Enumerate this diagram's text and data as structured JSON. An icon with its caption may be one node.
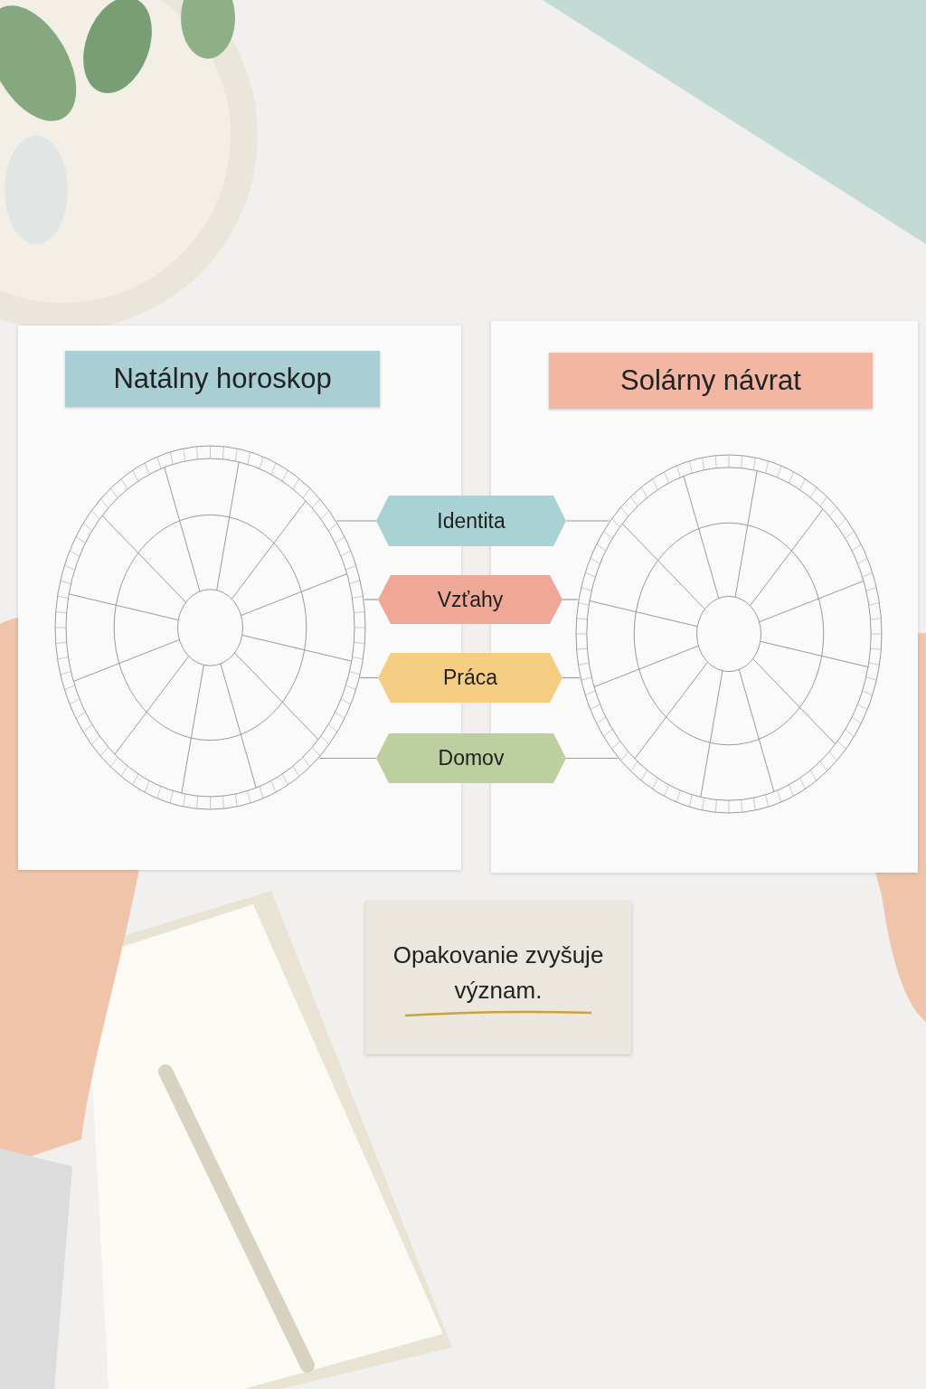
{
  "diagram": {
    "nodes": [
      {
        "text": [
          "Natálny horoskop"
        ]
      },
      {
        "text": [],
        "shape": "circle",
        "in": 0
      },
      {
        "text": [
          "Solárny návrat"
        ]
      },
      {
        "text": [],
        "shape": "circle",
        "in": 2
      },
      {
        "text": [
          "Identita"
        ]
      },
      {
        "text": [
          "Vzťahy"
        ]
      },
      {
        "text": [
          "Práca"
        ]
      },
      {
        "text": [
          "Domov"
        ]
      },
      {
        "text": [
          "Opakovanie zvyšuje význam."
        ]
      }
    ],
    "edges": [
      {
        "from": 4,
        "to": 1,
        "arrow": "none"
      },
      {
        "from": 4,
        "to": 3,
        "arrow": "none"
      },
      {
        "from": 5,
        "to": 1,
        "arrow": "none"
      },
      {
        "from": 5,
        "to": 3,
        "arrow": "none"
      },
      {
        "from": 6,
        "to": 1,
        "arrow": "none"
      },
      {
        "from": 6,
        "to": 3,
        "arrow": "none"
      },
      {
        "from": 7,
        "to": 1,
        "arrow": "none"
      },
      {
        "from": 7,
        "to": 3,
        "arrow": "none"
      }
    ]
  }
}
